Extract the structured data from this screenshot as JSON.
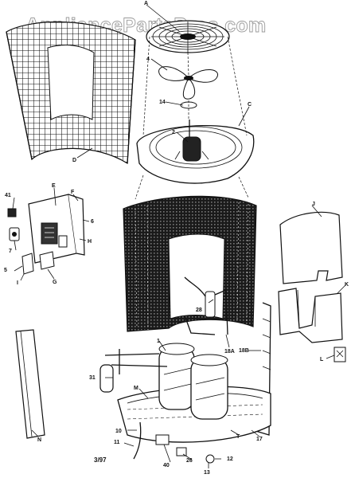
{
  "watermark": "AppliancePartsPros.com",
  "date_code": "3/97",
  "callouts": {
    "A": "A",
    "C": "C",
    "D": "D",
    "E": "E",
    "F": "F",
    "G": "G",
    "H": "H",
    "I": "I",
    "J": "J",
    "K": "K",
    "L": "L",
    "M": "M",
    "N": "N",
    "T": "T",
    "n2": "2",
    "n4": "4",
    "n5": "5",
    "n6": "6",
    "n7": "7",
    "n1": "1",
    "n10": "10",
    "n11": "11",
    "n12": "12",
    "n13": "13",
    "n14": "14",
    "n17": "17",
    "n26": "26",
    "n28": "28",
    "n31": "31",
    "n40": "40",
    "n41": "41",
    "n18A": "18A",
    "n18B": "18B"
  }
}
